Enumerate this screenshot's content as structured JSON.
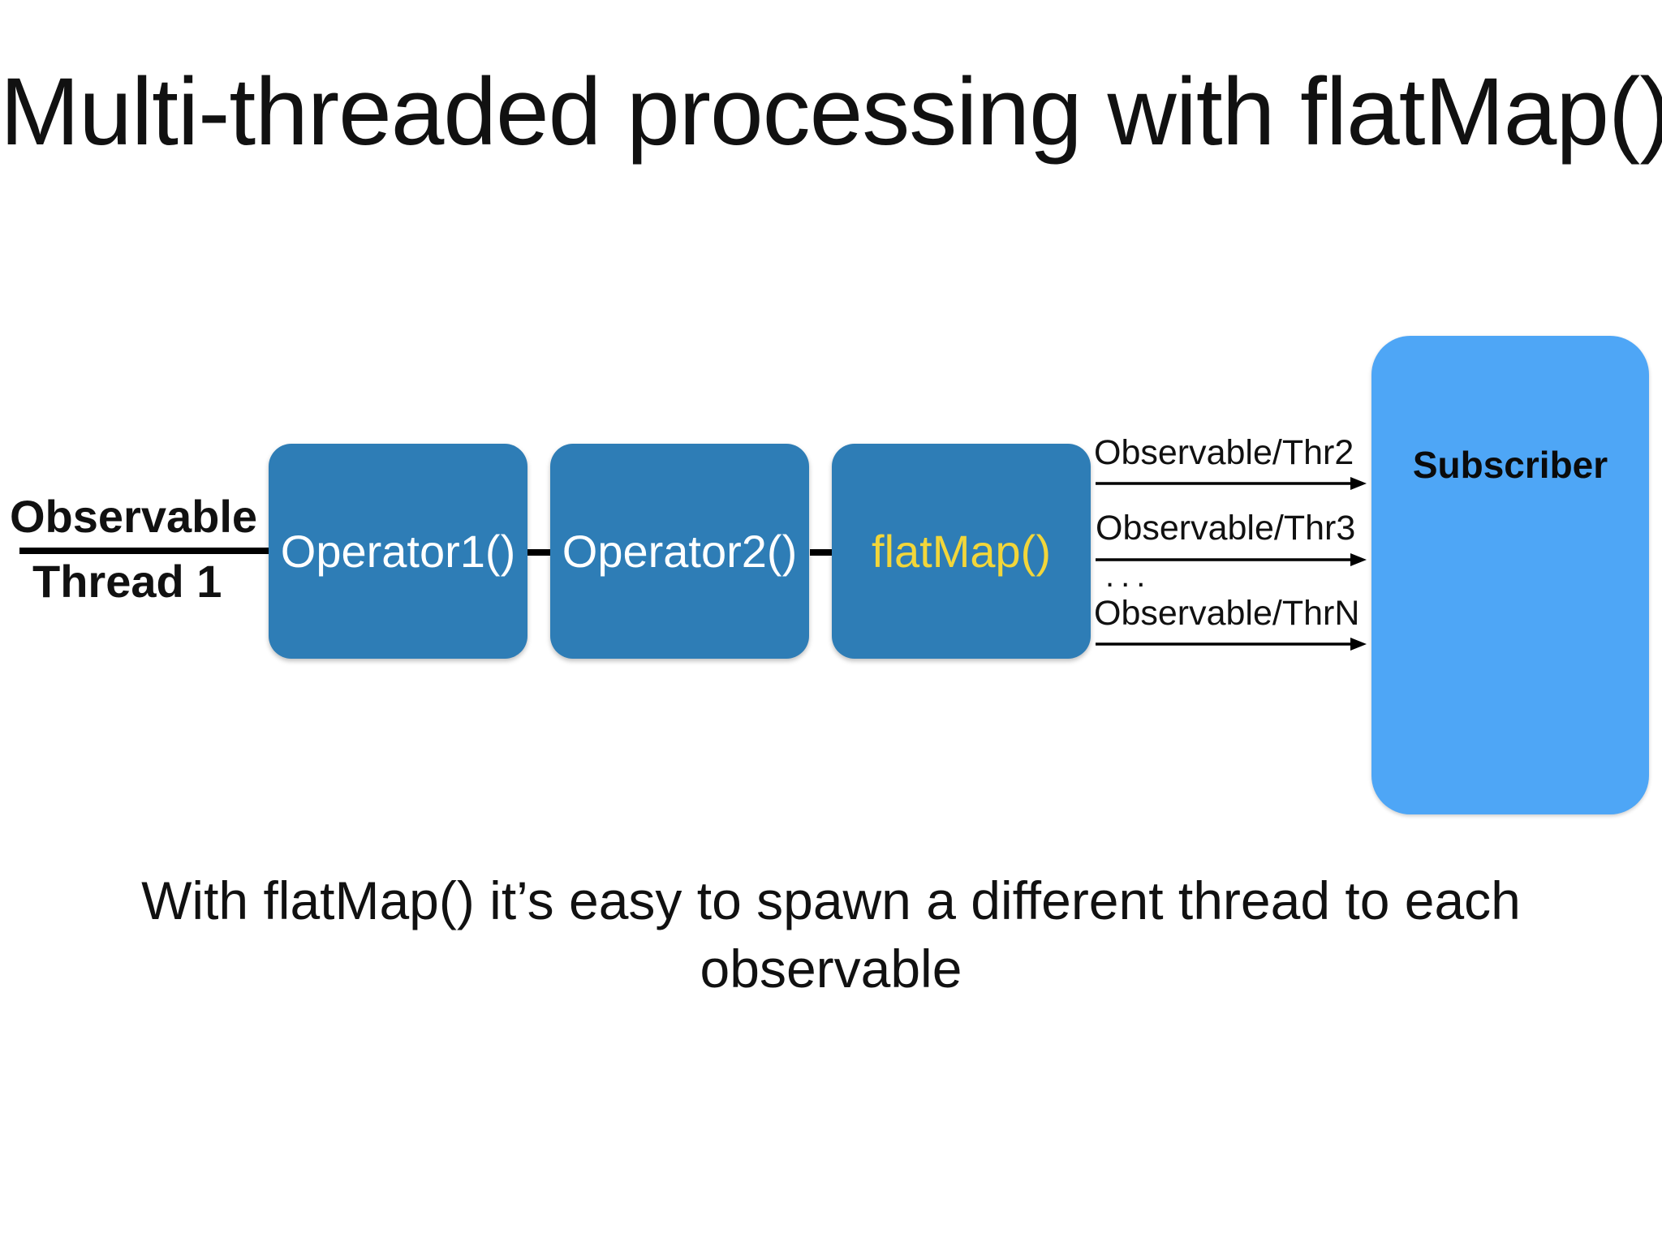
{
  "title": "Multi-threaded processing with flatMap()",
  "source": {
    "top_label": "Observable",
    "bottom_label": "Thread 1"
  },
  "operators": [
    {
      "label": "Operator1()",
      "highlight": false
    },
    {
      "label": "Operator2()",
      "highlight": false
    },
    {
      "label": "flatMap()",
      "highlight": true
    }
  ],
  "streams": [
    {
      "label": "Observable/Thr2"
    },
    {
      "label": "Observable/Thr3"
    },
    {
      "label": "Observable/ThrN"
    }
  ],
  "ellipsis": "...",
  "subscriber": {
    "label": "Subscriber"
  },
  "caption": {
    "line1": "With flatMap() it’s easy to spawn a different thread to each",
    "line2": "observable"
  },
  "colors": {
    "operator_box": "#2e7db6",
    "operator_text": "#ffffff",
    "highlight_text": "#f2d63a",
    "subscriber_box": "#4ea6f6"
  }
}
